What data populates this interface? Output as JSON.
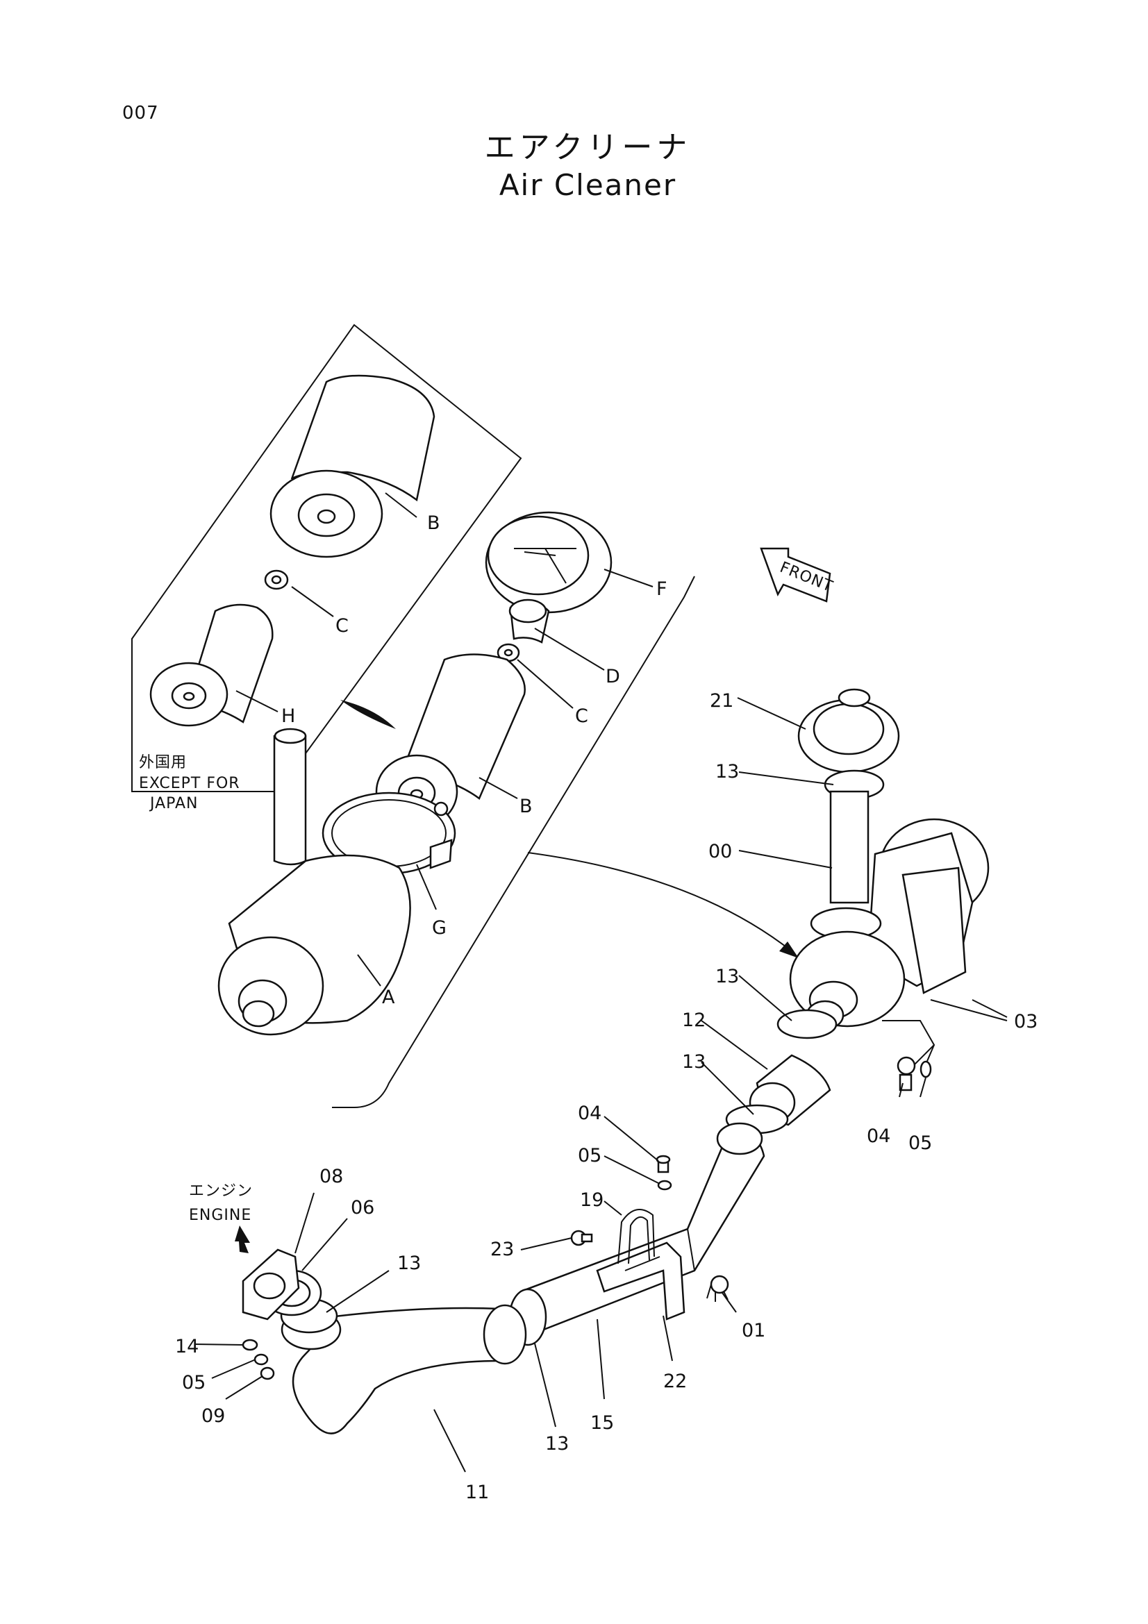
{
  "page": {
    "number": "007",
    "title_jp": "エアクリーナ",
    "title_en": "Air Cleaner"
  },
  "notes": {
    "except_jp": "外国用",
    "except_en_1": "EXCEPT FOR",
    "except_en_2": "JAPAN",
    "front": "FRONT",
    "engine_jp": "エンジン",
    "engine_en": "ENGINE"
  },
  "callouts": {
    "B1": "B",
    "C1": "C",
    "H": "H",
    "F": "F",
    "D": "D",
    "C2": "C",
    "B2": "B",
    "G": "G",
    "A": "A",
    "p21": "21",
    "p13a": "13",
    "p00": "00",
    "p13b": "13",
    "p03": "03",
    "p12": "12",
    "p13c": "13",
    "p04a": "04",
    "p05a": "05",
    "p04b": "04",
    "p05b": "05",
    "p19": "19",
    "p23": "23",
    "p08": "08",
    "p06": "06",
    "p13d": "13",
    "p14": "14",
    "p05c": "05",
    "p09": "09",
    "p01": "01",
    "p22": "22",
    "p15": "15",
    "p13e": "13",
    "p11": "11"
  }
}
